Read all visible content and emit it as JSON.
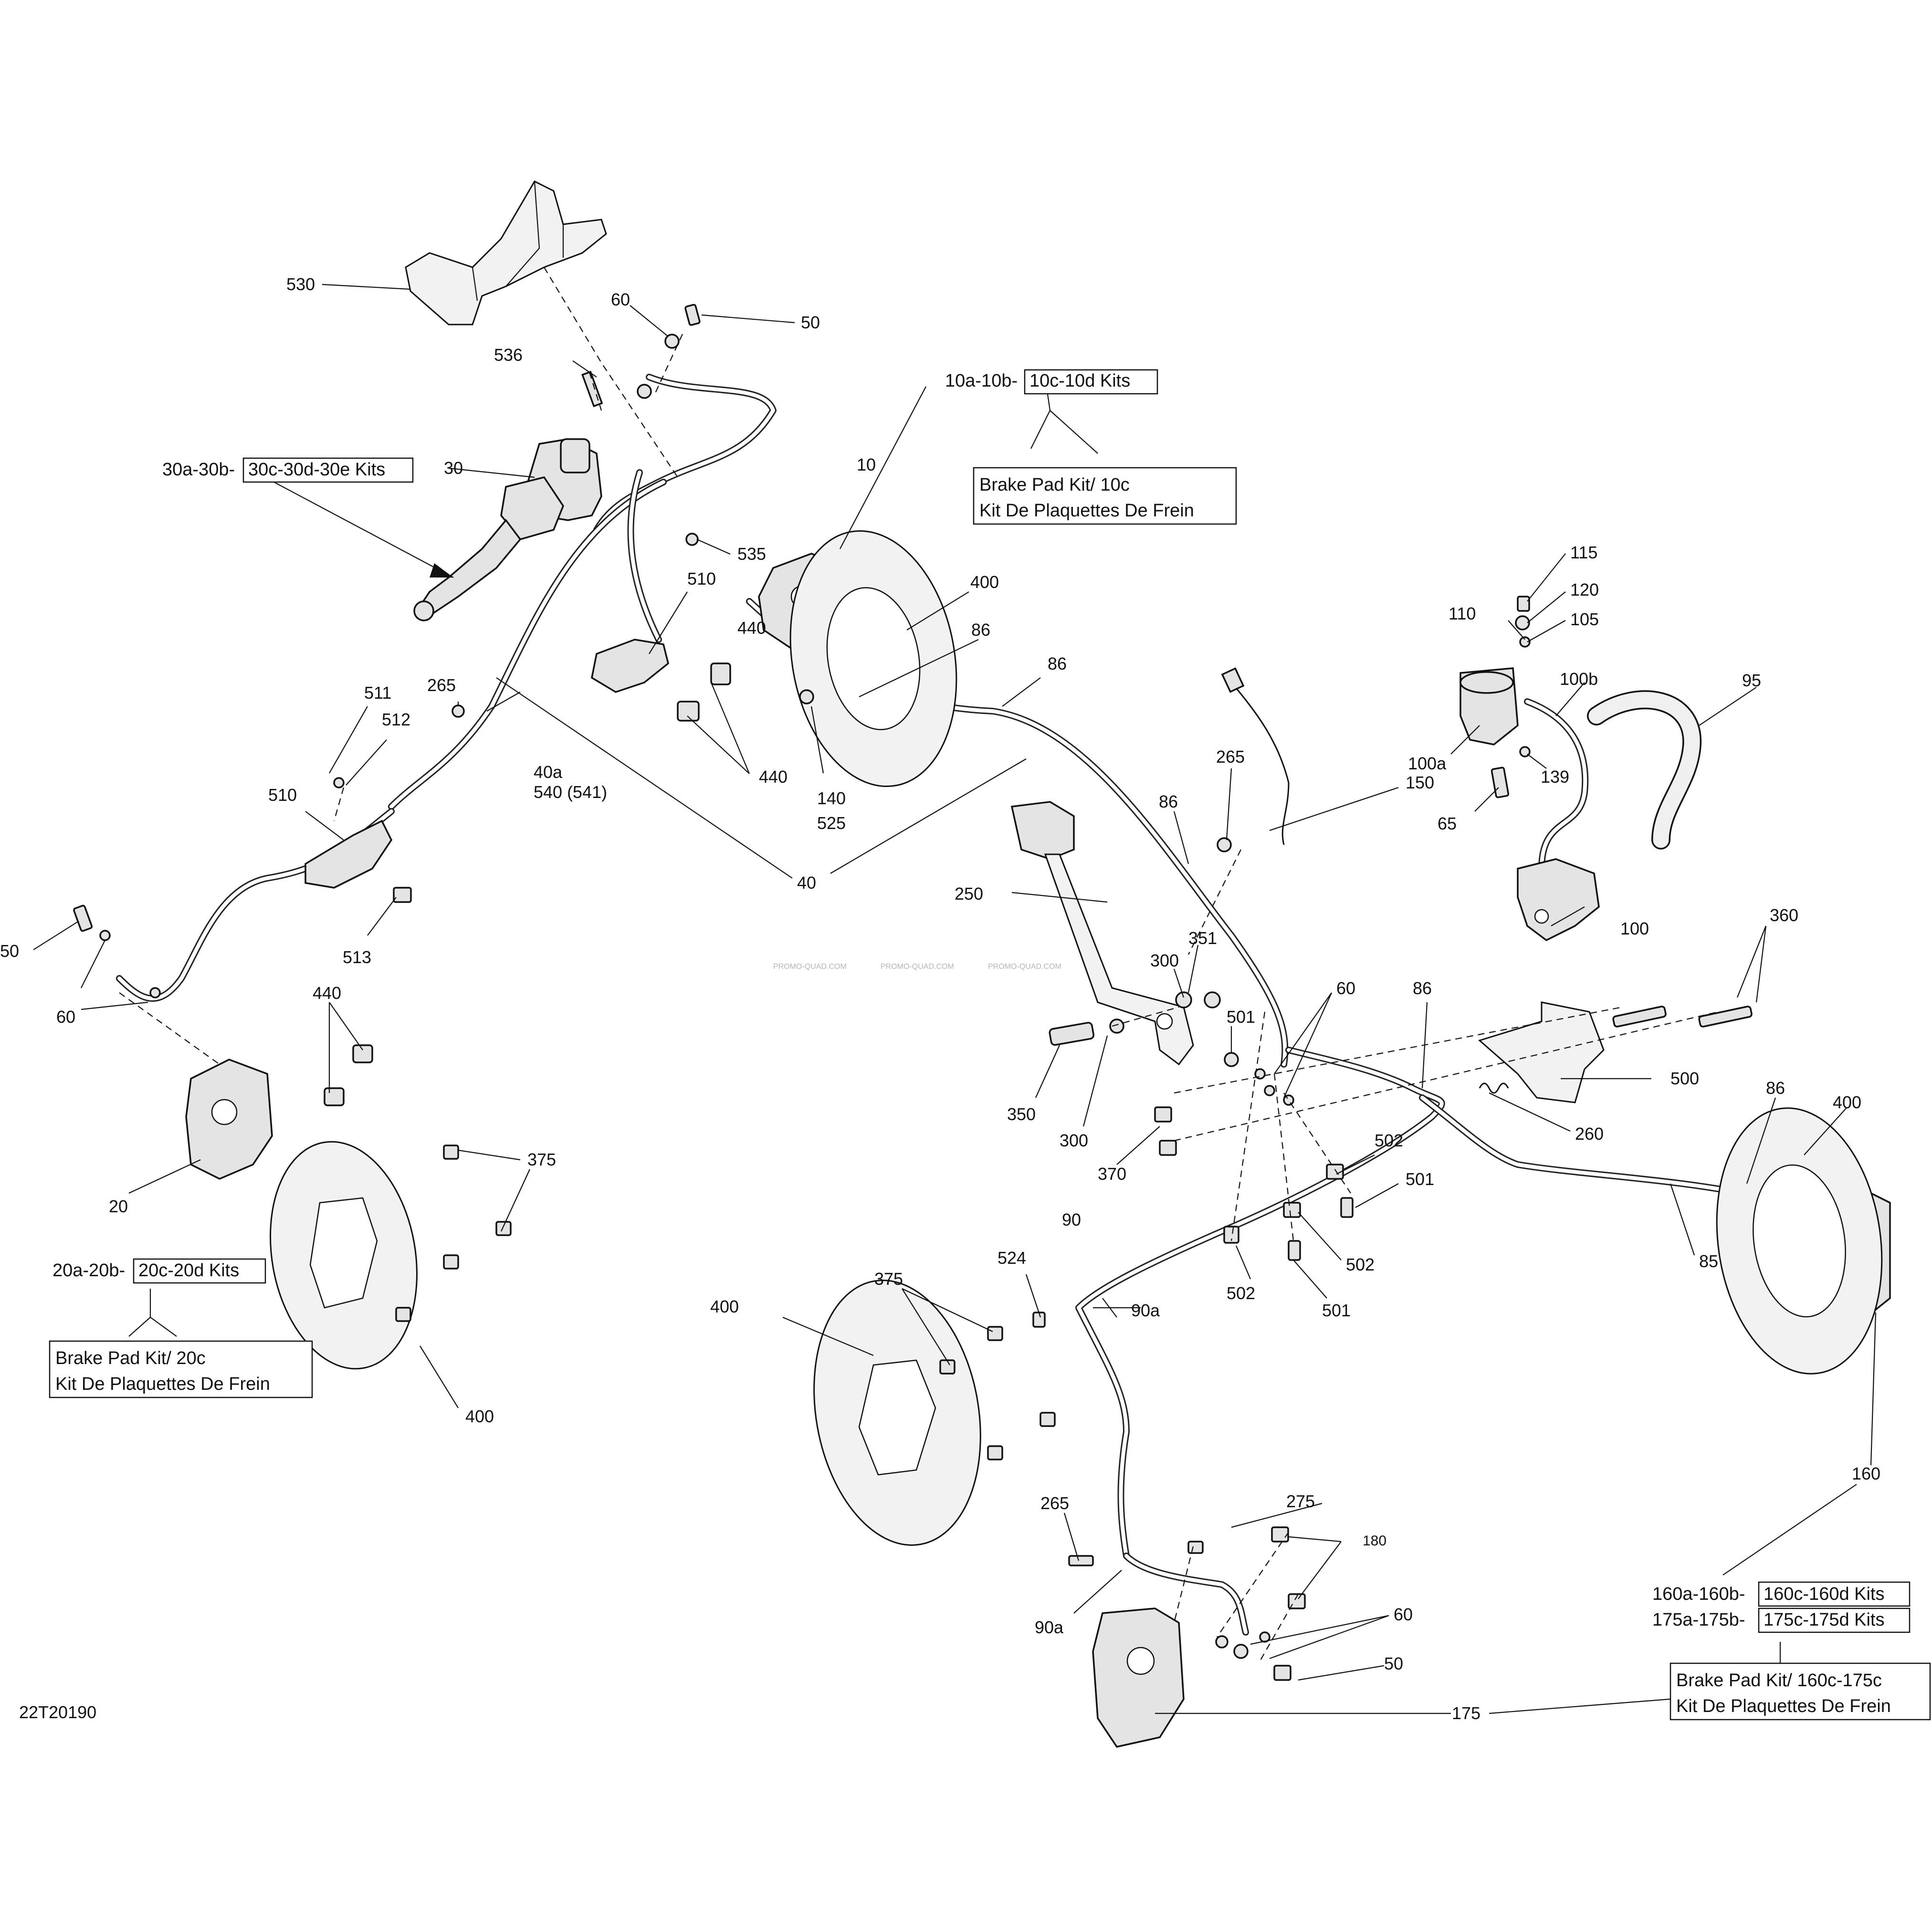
{
  "diagram_id": "22T20190",
  "watermark": "PROMO-QUAD.COM",
  "kits": {
    "k10": {
      "prefix": "10a-10b-",
      "boxed": "10c-10d Kits"
    },
    "k30": {
      "prefix": "30a-30b-",
      "boxed": "30c-30d-30e Kits"
    },
    "k20": {
      "prefix": "20a-20b-",
      "boxed": "20c-20d Kits"
    },
    "k160": {
      "prefix": "160a-160b-",
      "boxed": "160c-160d Kits"
    },
    "k175": {
      "prefix": "175a-175b-",
      "boxed": "175c-175d Kits"
    }
  },
  "brake_pad_boxes": {
    "b10": {
      "line1": "Brake Pad Kit/ 10c",
      "line2": "Kit De Plaquettes De Frein"
    },
    "b20": {
      "line1": "Brake Pad Kit/ 20c",
      "line2": "Kit De Plaquettes De Frein"
    },
    "b160": {
      "line1": "Brake Pad Kit/ 160c-175c",
      "line2": "Kit De Plaquettes De Frein"
    }
  },
  "labels": {
    "l530": "530",
    "l60a": "60",
    "l50a": "50",
    "l536": "536",
    "l30": "30",
    "l535": "535",
    "l10": "10",
    "l510a": "510",
    "l440a": "440",
    "l400a": "400",
    "l86a": "86",
    "l86b": "86",
    "l140": "140",
    "l525": "525",
    "l265a": "265",
    "l511": "511",
    "l512": "512",
    "l510b": "510",
    "l40a": "40a",
    "l540": "540 (541)",
    "l513": "513",
    "l40": "40",
    "l50b": "50",
    "l60b": "60",
    "l440b": "440",
    "l20": "20",
    "l375a": "375",
    "l400b": "400",
    "l115": "115",
    "l120": "120",
    "l110": "110",
    "l105": "105",
    "l100b": "100b",
    "l95": "95",
    "l100a": "100a",
    "l139": "139",
    "l65": "65",
    "l100": "100",
    "l265b": "265",
    "l150": "150",
    "l86c": "86",
    "l250": "250",
    "l351": "351",
    "l300a": "300",
    "l501a": "501",
    "l60c": "60",
    "l86d": "86",
    "l360": "360",
    "l350": "350",
    "l300b": "300",
    "l370": "370",
    "l500": "500",
    "l260": "260",
    "l86e": "86",
    "l400c": "400",
    "l502a": "502",
    "l501b": "501",
    "l502b": "502",
    "l502c": "502",
    "l501c": "501",
    "l90": "90",
    "l524": "524",
    "l90a_1": "90a",
    "l375b": "375",
    "l400d": "400",
    "l85": "85",
    "l160": "160",
    "l265c": "265",
    "l275": "275",
    "l180": "180",
    "l60d": "60",
    "l50c": "50",
    "l90a_2": "90a",
    "l175": "175"
  }
}
